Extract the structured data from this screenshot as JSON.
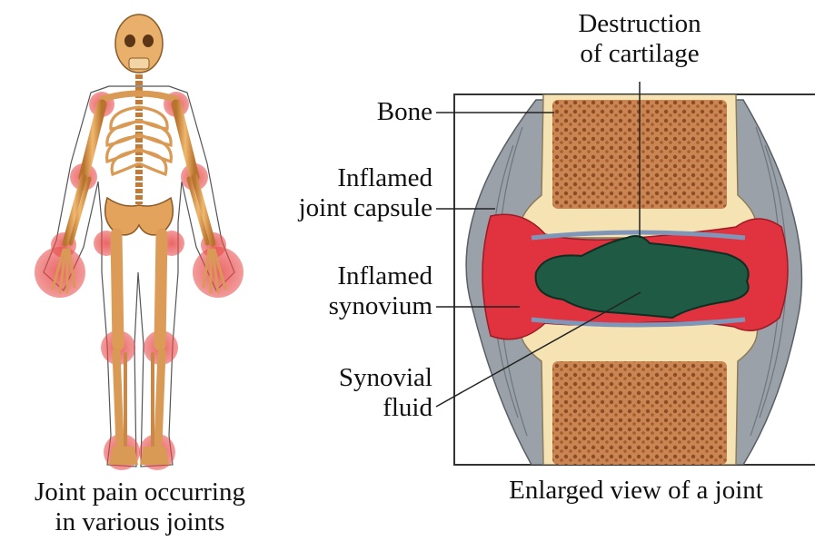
{
  "skeleton_caption": [
    "Joint pain occurring",
    "in various joints"
  ],
  "joint_caption": "Enlarged view of a joint",
  "labels": {
    "destruction": [
      "Destruction",
      "of cartilage"
    ],
    "bone": "Bone",
    "capsule": [
      "Inflamed",
      "joint capsule"
    ],
    "synovium": [
      "Inflamed",
      "synovium"
    ],
    "fluid": [
      "Synovial",
      "fluid"
    ]
  },
  "colors": {
    "bone": "#d99a55",
    "cartilage": "#f6e3b4",
    "marrow": "#b0683a",
    "inflammation": "#e0333f",
    "fluid": "#1f5a45",
    "pain_marker": "#e84a4a"
  }
}
